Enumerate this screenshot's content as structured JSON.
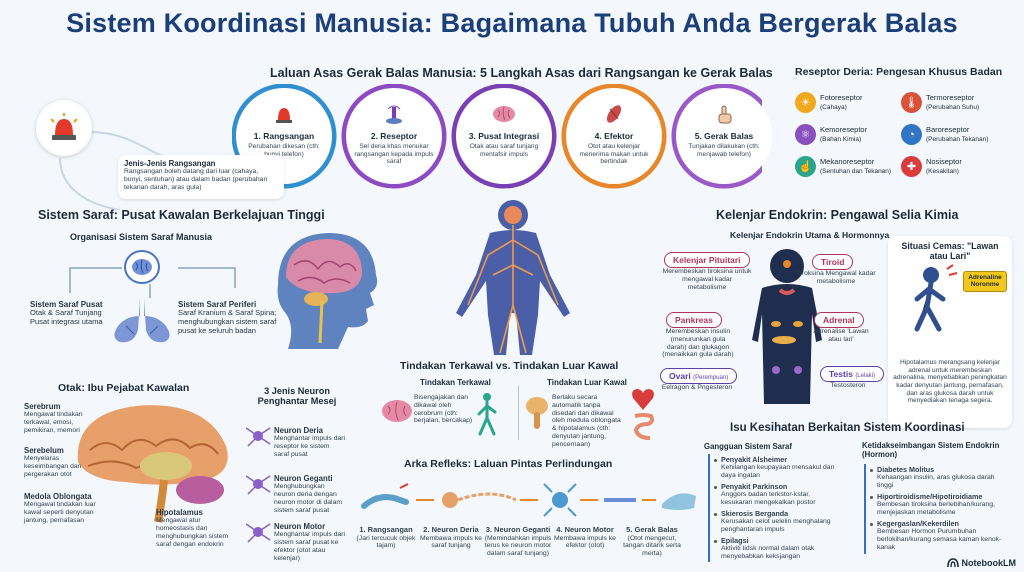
{
  "title": "Sistem Koordinasi Manusia: Bagaimana Tubuh Anda Bergerak Balas",
  "pathway": {
    "heading": "Laluan Asas Gerak Balas Manusia: 5 Langkah Asas dari Rangsangan ke Gerak Balas",
    "steps": [
      {
        "title": "1. Rangsangan",
        "desc": "Perubahan dikesan (cth: bunyi telefon)",
        "icon": "alarm-icon",
        "color": "#2f8fd0"
      },
      {
        "title": "2. Reseptor",
        "desc": "Sel deria khas menukar rangsangan kepada impuls saraf",
        "icon": "receptor-icon",
        "color": "#8e4ac2"
      },
      {
        "title": "3. Pusat Integrasi",
        "desc": "Otak atau saraf tunjang mentafsir impuls",
        "icon": "brain-icon",
        "color": "#7a3fb5"
      },
      {
        "title": "4. Efektor",
        "desc": "Otot atau kelenjar menerima makan untuk bertindak",
        "icon": "muscle-icon",
        "color": "#e8862a"
      },
      {
        "title": "5. Gerak Balas",
        "desc": "Tunjakan dilakukan (cth: menjawab telefon)",
        "icon": "hand-tap-icon",
        "color": "#9a58c8"
      }
    ],
    "stimulus_types": {
      "title": "Jenis-Jenis Rangsangan",
      "desc": "Rangsangan boleh datang dari luar (cahaya, bunyi, sentuhan) atau dalam badan (perubahan tekanan darah, aras gula)"
    }
  },
  "receptors": {
    "heading": "Reseptor Deria: Pengesan Khusus Badan",
    "items": [
      {
        "name": "Fotoreseptor",
        "sub": "(Cahaya)",
        "icon": "sun-icon",
        "color": "#f2a81d"
      },
      {
        "name": "Termoreseptor",
        "sub": "(Perubahan Suhu)",
        "icon": "thermometer-icon",
        "color": "#d9533b"
      },
      {
        "name": "Kemoreseptor",
        "sub": "(Bahan Kimia)",
        "icon": "molecule-icon",
        "color": "#8a4fbf"
      },
      {
        "name": "Baroreseptor",
        "sub": "(Perubahan Tekanan)",
        "icon": "gauge-icon",
        "color": "#3176c4"
      },
      {
        "name": "Mekanoreseptor",
        "sub": "(Sentuhan dan Tekanan)",
        "icon": "touch-icon",
        "color": "#2aa58a"
      },
      {
        "name": "Nosiseptor",
        "sub": "(Kesakitan)",
        "icon": "pain-icon",
        "color": "#d93c3c"
      }
    ]
  },
  "nervous": {
    "heading": "Sistem Saraf: Pusat Kawalan Berkelajuan Tinggi",
    "org_title": "Organisasi Sistem Saraf Manusia",
    "central": {
      "name": "Sistem Saraf Pusat",
      "desc": "Otak & Saraf Tunjang Pusat integrasi utama"
    },
    "peripheral": {
      "name": "Sistem Saraf Periferi",
      "desc": "Saraf Kranium & Saraf Spina; menghubungkan sistem saraf pusat ke seluruh badan"
    }
  },
  "brain": {
    "heading": "Otak: Ibu Pejabat Kawalan",
    "parts": [
      {
        "name": "Serebrum",
        "desc": "Mengawal tindakan terkawal, emosi, pemikiran, memori"
      },
      {
        "name": "Serebelum",
        "desc": "Menyelaras keseimbangan dan pergerakan otot"
      },
      {
        "name": "Medola Oblongata",
        "desc": "Mengawal tindakan luar kawal seperti denyutan jantung, pernafasan"
      },
      {
        "name": "Hipotalamus",
        "desc": "Mengawal atur homeostasis dan menghubungkan sistem saraf dengan endokrin"
      }
    ]
  },
  "neurons": {
    "heading": "3 Jenis Neuron Penghantar Mesej",
    "items": [
      {
        "name": "Neuron Deria",
        "desc": "Menghantar impuls dari reseptor ke sistem saraf pusat"
      },
      {
        "name": "Neuron Geganti",
        "desc": "Menghubungkan neuron deria dengan neuron motor di dalam sistem saraf pusat"
      },
      {
        "name": "Neuron Motor",
        "desc": "Menghantar impuls dari sistem saraf pusat ke efektor (otot atau kelenjar)"
      }
    ]
  },
  "actions": {
    "heading": "Tindakan Terkawal vs. Tindakan Luar Kawal",
    "voluntary": {
      "title": "Tindakan Terkawal",
      "desc": "Bisengajakan dan dikawal oleh cerobrum (cth: berjalan, bercakap)"
    },
    "involuntary": {
      "title": "Tindakan Luar Kawal",
      "desc": "Berlaku secara automatik tanpa disedari dan dikawal oleh medula oblongata & hipotalamus (cth: denyutan jantung, pencernaan)"
    }
  },
  "reflex": {
    "heading": "Arka Refleks: Laluan Pintas Perlindungan",
    "steps": [
      {
        "title": "1. Rangsangan",
        "desc": "(Jari tercucuk objek tajam)"
      },
      {
        "title": "2. Neuron Deria",
        "desc": "Membawa impuls ke saraf tunjang"
      },
      {
        "title": "3. Neuron Geganti",
        "desc": "(Memindahkan impuls terus ke neuron motor dalam saraf tunjang)"
      },
      {
        "title": "4. Neuron Motor",
        "desc": "Membawa impuls ke efektor (otot)"
      },
      {
        "title": "5. Gerak Balas",
        "desc": "(Otot mengecut, tangan ditarik serta merta)"
      }
    ]
  },
  "endocrine": {
    "heading": "Kelenjar Endokrin: Pengawal Selia Kimia",
    "sub": "Kelenjar Endokrin Utama & Hormonnya",
    "glands": [
      {
        "name": "Kelenjar Pituitari",
        "desc": "Merembeskan tiroksina untuk mengawal kadar metabolisme",
        "color": "#b0345a"
      },
      {
        "name": "Tiroid",
        "desc": "Tiroksina Mengawal kadar metabolisme",
        "color": "#b0345a"
      },
      {
        "name": "Pankreas",
        "desc": "Merembeskan insulin (menurunkan gula darah) dan glukagon (menaikkan gula darah)",
        "color": "#b0345a"
      },
      {
        "name": "Adrenal",
        "desc": "Adrenalise 'Lawan atau lari'",
        "color": "#b0345a"
      },
      {
        "name": "Ovari",
        "name_sub": "(Perempuan)",
        "desc": "Eelragon & Pngesteron",
        "color": "#5a3fa8"
      },
      {
        "name": "Testis",
        "name_sub": "(Lelaki)",
        "desc": "Testosteron",
        "color": "#5a3fa8"
      }
    ],
    "stress": {
      "title": "Situasi Cemas: \"Lawan atau Lari\"",
      "badge": "Adrenaline Noronme",
      "desc": "Hipotalamus merangsang kelenjar adrenal untuk merembeskan adrenalina, menyebabkan peningkatan kadar denyutan jantung, pernafasan, dan aras glukosa darah untuk menyediakan tenaga segera."
    }
  },
  "health": {
    "heading": "Isu Kesihatan Berkaitan Sistem Koordinasi",
    "nerve_col": {
      "title": "Gangguan Sistem Saraf",
      "items": [
        {
          "name": "Penyakit Alsheimer",
          "desc": "Kehilangan keupayaan mensakul dan daya ingatan"
        },
        {
          "name": "Penyakit Parkinson",
          "desc": "Anggors badan terkstor-kstar, kesukaran mengekalkan postor"
        },
        {
          "name": "Skierosis Berganda",
          "desc": "Kerusakan celot uelelin menghalang penghantaran impuls"
        },
        {
          "name": "Epilagsi",
          "desc": "Aktiviti tidsk normal dalam otak menyebabkan keksjangan"
        }
      ]
    },
    "hormone_col": {
      "title": "Ketidakseimbangan Sistem Endokrin (Hormon)",
      "items": [
        {
          "name": "Diabetes Molitus",
          "desc": "Kehaangan insulin, aras glukosa darah tinggi"
        },
        {
          "name": "Hiportiroidisme/Hipotiroidiame",
          "desc": "Bembesan tiroksina berlebihan/kurang, menjejaskan metabolisme"
        },
        {
          "name": "Kegergaslan/Kekerdilen",
          "desc": "Bembesan Hormon Purumbuhan berlokihan/kurang semasa kaman kenok-kanak"
        }
      ]
    }
  },
  "brand": "NotebookLM"
}
